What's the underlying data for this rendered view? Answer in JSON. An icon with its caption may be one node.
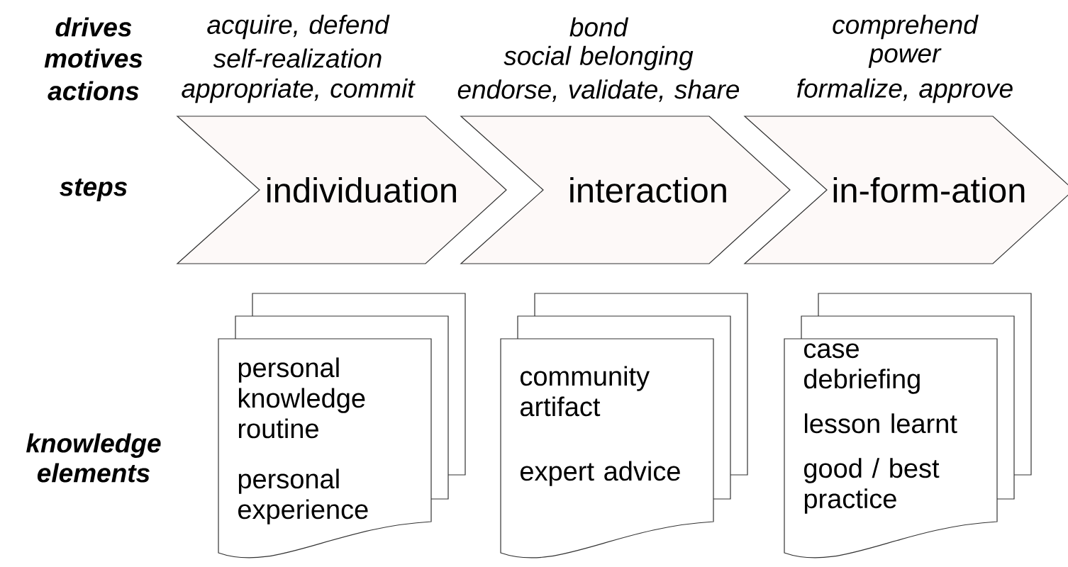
{
  "diagram": {
    "nodes": [
      {
        "text": [
          "individuation"
        ]
      },
      {
        "text": [
          "interaction"
        ]
      },
      {
        "text": [
          "in-form-ation"
        ]
      },
      {
        "text": [
          "personal knowledge routine",
          "personal experience"
        ]
      },
      {
        "text": [
          "community artifact",
          "expert advice"
        ]
      },
      {
        "text": [
          "case debriefing",
          "lesson learnt",
          "good / best practice"
        ]
      }
    ],
    "edges": [],
    "labels": [
      "drives",
      "acquire, defend",
      "bond",
      "comprehend",
      "motives",
      "self-realization",
      "social belonging",
      "power",
      "actions",
      "appropriate, commit",
      "endorse, validate, share",
      "formalize, approve",
      "steps",
      "knowledge elements"
    ]
  }
}
